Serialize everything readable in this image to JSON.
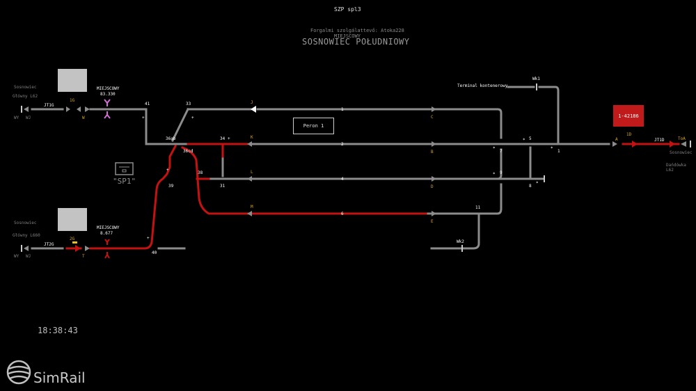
{
  "header": {
    "title": "SZP spl3",
    "dispatcher": "Forgalmi szolgálattevő: Atoka228",
    "mode": "MIEJSCOWY",
    "station": "SOSNOWIEC POŁUDNIOWY"
  },
  "left_top": {
    "dir_name": "Sosnowiec",
    "dir_line": "Główny L62",
    "track": "JT1G",
    "signal_num": "1G",
    "wy": "WY",
    "wj": "WJ",
    "letter": "W",
    "mode": "MIEJSCOWY",
    "km": "83.330"
  },
  "left_bottom": {
    "dir_name": "Sosnowiec",
    "dir_line": "Główny L660",
    "track": "JT2G",
    "signal_num": "2G",
    "wy": "WY",
    "wj": "WJ",
    "letter": "T",
    "mode": "MIEJSCOWY",
    "km": "8.677"
  },
  "right": {
    "train": "1-42186",
    "signal_num": "1D",
    "track": "JT1D",
    "toa": "ToA",
    "letter": "A",
    "dir_name": "Sosnowiec",
    "dir_line": "Dańdówka L62"
  },
  "terminal": "Terminal kontenerowy",
  "wk1": "Wk1",
  "wk2": "Wk2",
  "peron": "Peron 1",
  "sp1": "\"SP1\"",
  "switches": {
    "s41": "41",
    "s33": "33",
    "s36ab": "36ab",
    "s34": "34",
    "s36cd": "36cd",
    "s38": "38",
    "s31": "31",
    "s39": "39",
    "s40": "40",
    "s7": "7",
    "s5": "5",
    "s1": "1",
    "s9": "9",
    "s8": "8",
    "s11": "11"
  },
  "tracks": {
    "t1": "1",
    "t2": "2",
    "t4": "4",
    "t6": "6"
  },
  "signals_west": {
    "J": "J",
    "K": "K",
    "L": "L",
    "M": "M"
  },
  "signals_east": {
    "C": "C",
    "B": "B",
    "D": "D",
    "E": "E"
  },
  "clock": "18:38:43",
  "logo": "SimRail",
  "colors": {
    "track": "#8c8c8c",
    "route": "#c41212",
    "signal_yellow": "#d9a81f",
    "train": "#c01a1a"
  }
}
